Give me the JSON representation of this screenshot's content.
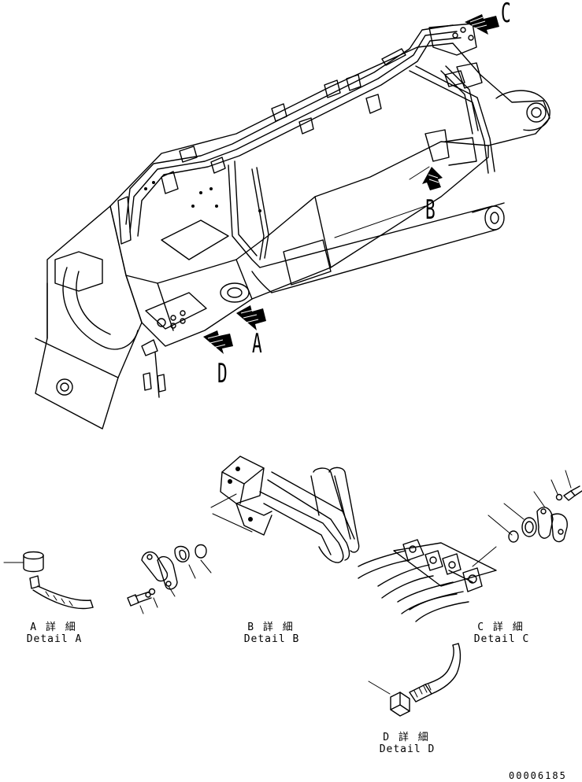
{
  "callouts": {
    "a": "A",
    "b": "B",
    "c": "C",
    "d": "D"
  },
  "details": {
    "a": {
      "jp": "A 詳 細",
      "en": "Detail A"
    },
    "b": {
      "jp": "B 詳 細",
      "en": "Detail B"
    },
    "c": {
      "jp": "C 詳 細",
      "en": "Detail C"
    },
    "d": {
      "jp": "D 詳 細",
      "en": "Detail D"
    }
  },
  "document_number": "00006185",
  "icons": [
    "arrow-a-icon",
    "arrow-b-icon",
    "arrow-c-icon",
    "arrow-d-icon"
  ]
}
